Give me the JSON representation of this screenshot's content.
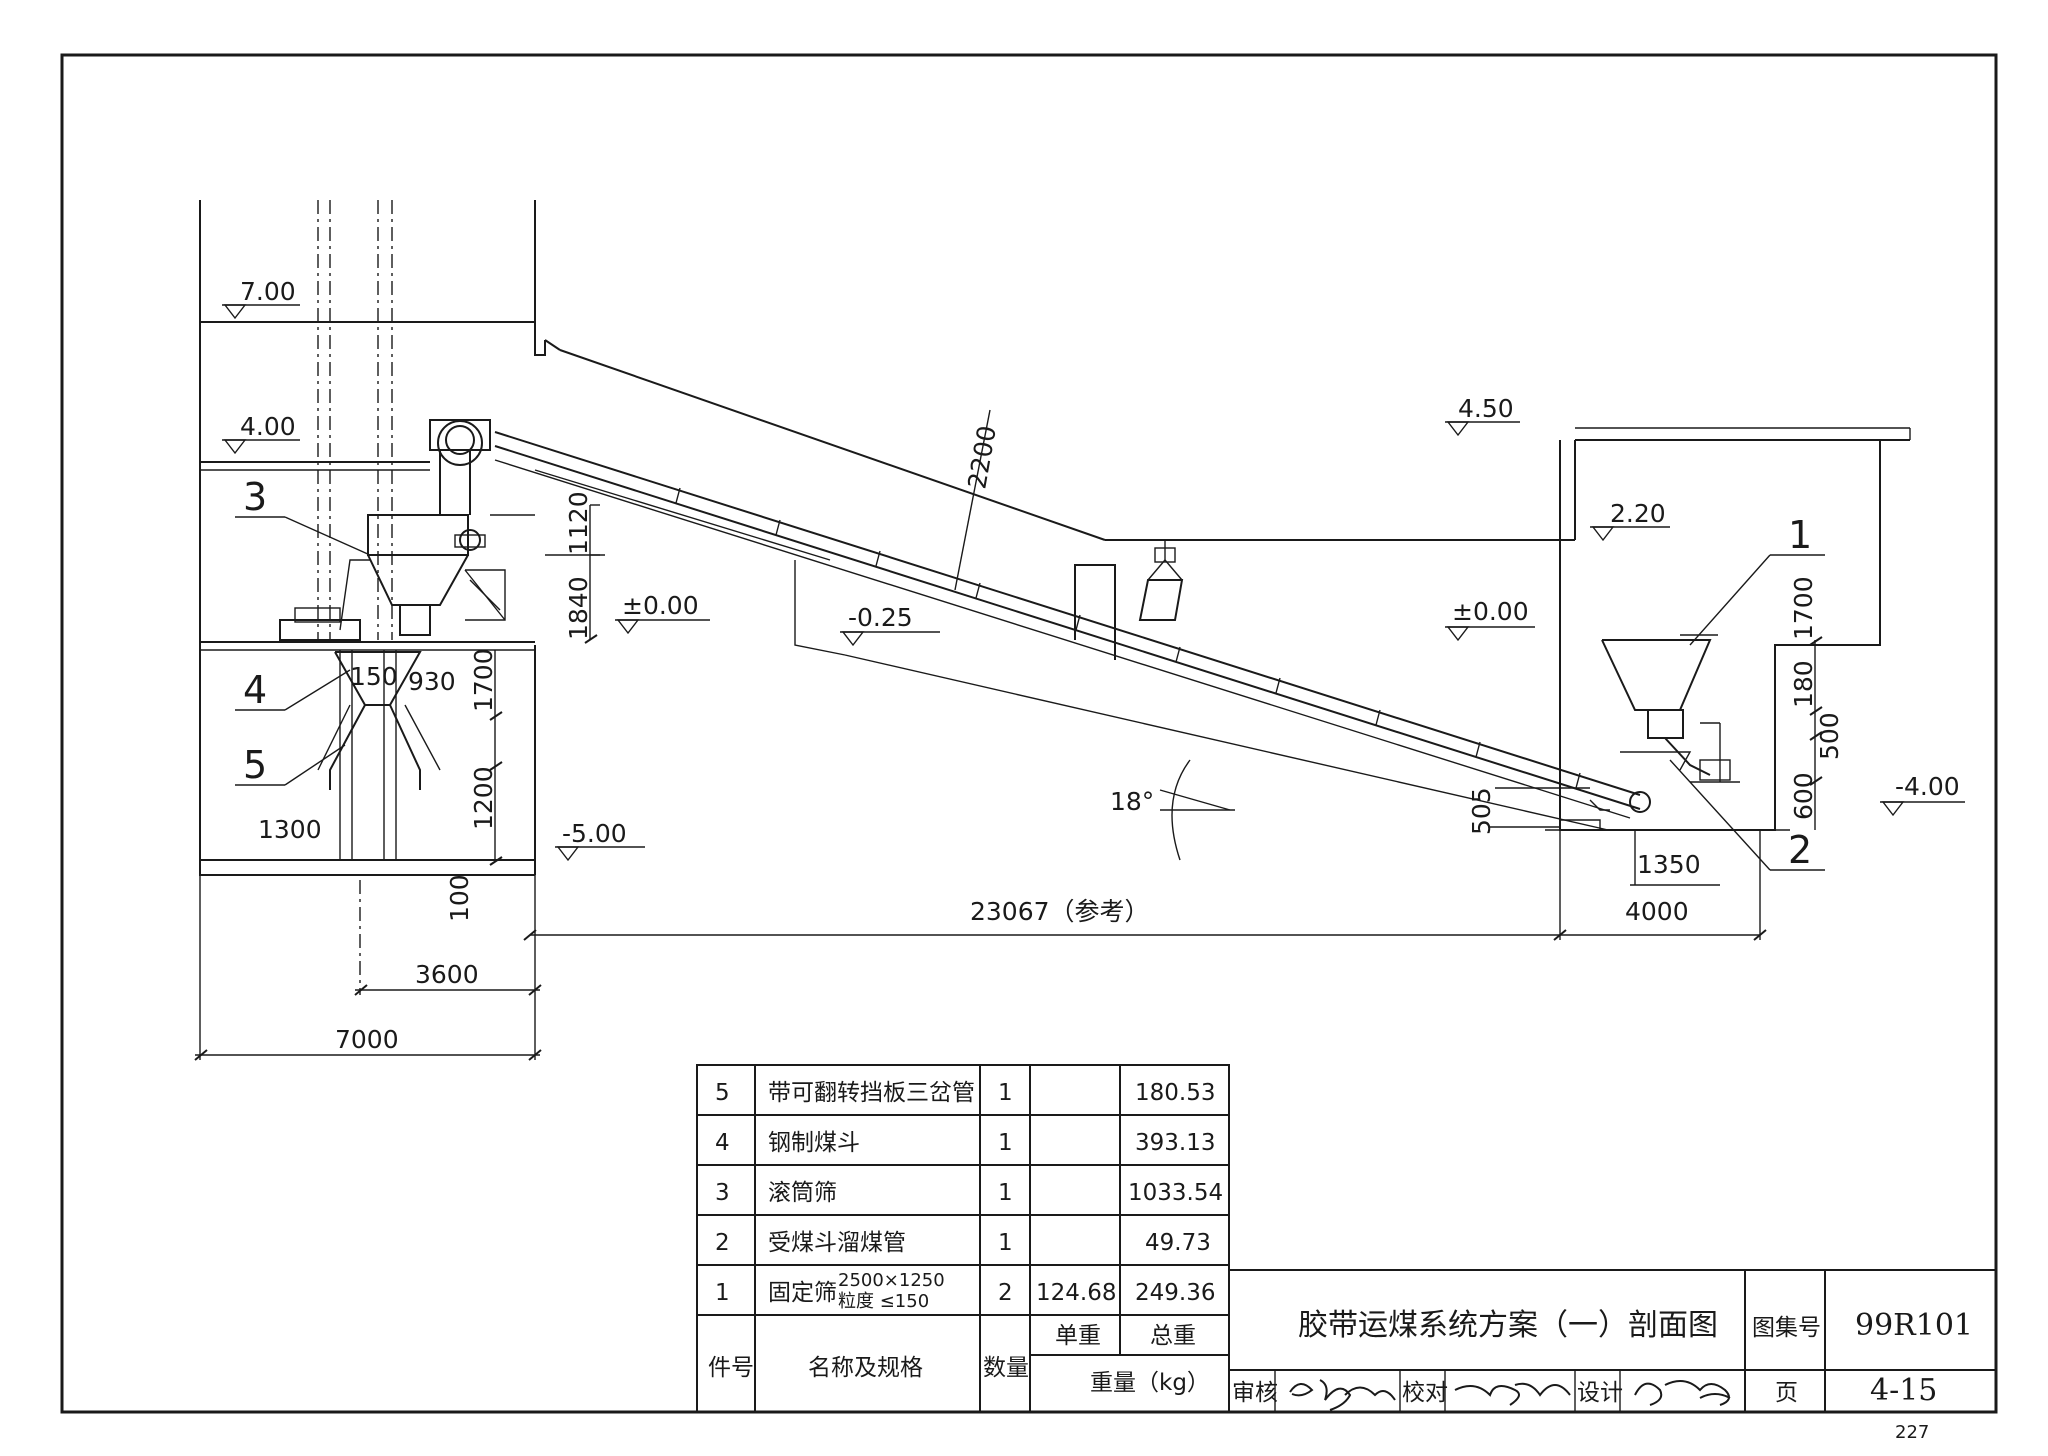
{
  "elevations": {
    "top_left": "7.00",
    "mid_left": "4.00",
    "zero_left": "±0.00",
    "minus_025": "-0.25",
    "minus_5": "-5.00",
    "right_top": "4.50",
    "right_mid": "2.20",
    "zero_right": "±0.00",
    "minus_4": "-4.00"
  },
  "dimensions": {
    "d2200": "2200",
    "d1120": "1120",
    "d1840": "1840",
    "d150": "150",
    "d930": "930",
    "d1700_left": "1700",
    "d1200": "1200",
    "d1300": "1300",
    "d100": "100",
    "d3600": "3600",
    "d7000": "7000",
    "d23067": "23067（参考）",
    "d505": "505",
    "d1350": "1350",
    "d4000": "4000",
    "d1700_right": "1700",
    "d180": "180",
    "d500": "500",
    "d600": "600",
    "angle": "18°"
  },
  "callouts": {
    "c1": "1",
    "c2": "2",
    "c3": "3",
    "c4": "4",
    "c5": "5"
  },
  "parts_table": {
    "rows": [
      {
        "no": "5",
        "name": "带可翻转挡板三岔管",
        "spec": "",
        "qty": "1",
        "unit": "",
        "total": "180.53"
      },
      {
        "no": "4",
        "name": "钢制煤斗",
        "spec": "",
        "qty": "1",
        "unit": "",
        "total": "393.13"
      },
      {
        "no": "3",
        "name": "滚筒筛",
        "spec": "",
        "qty": "1",
        "unit": "",
        "total": "1033.54"
      },
      {
        "no": "2",
        "name": "受煤斗溜煤管",
        "spec": "",
        "qty": "1",
        "unit": "",
        "total": "49.73"
      },
      {
        "no": "1",
        "name": "固定筛",
        "spec_line1": "2500×1250",
        "spec_line2": "粒度 ≤150",
        "qty": "2",
        "unit": "124.68",
        "total": "249.36"
      }
    ],
    "header": {
      "no": "件号",
      "name": "名称及规格",
      "qty": "数量",
      "unit": "单重",
      "total": "总重",
      "weight": "重量（kg）"
    }
  },
  "title_block": {
    "title": "胶带运煤系统方案（一）剖面图",
    "atlas_label": "图集号",
    "atlas_value": "99R101",
    "page_label": "页",
    "page_value": "4-15",
    "review_label": "审核",
    "check_label": "校对",
    "design_label": "设计",
    "sheet_number": "227"
  }
}
